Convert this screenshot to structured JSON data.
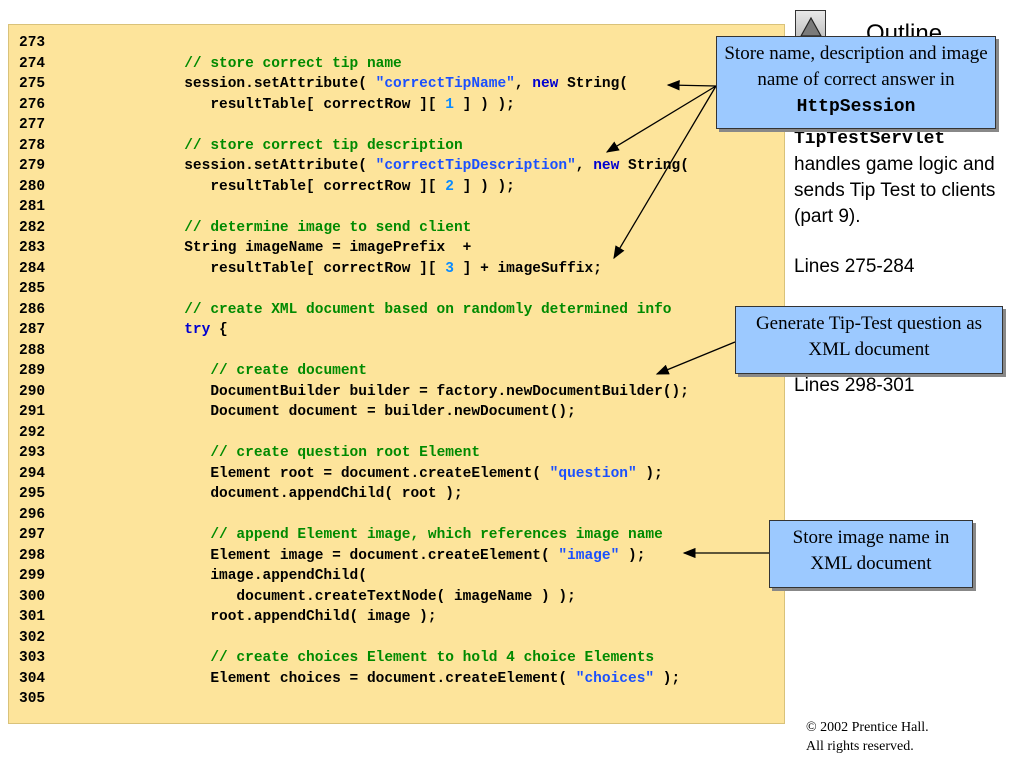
{
  "outline": {
    "title": "Outline"
  },
  "code": {
    "lines": [
      {
        "n": "273",
        "segs": []
      },
      {
        "n": "274",
        "segs": [
          {
            "t": "      ",
            "k": "plain"
          },
          {
            "t": "// store correct tip name",
            "k": "comment"
          }
        ]
      },
      {
        "n": "275",
        "segs": [
          {
            "t": "      session.setAttribute( ",
            "k": "plain"
          },
          {
            "t": "\"correctTipName\"",
            "k": "string"
          },
          {
            "t": ", ",
            "k": "plain"
          },
          {
            "t": "new",
            "k": "keyword"
          },
          {
            "t": " String(",
            "k": "plain"
          }
        ]
      },
      {
        "n": "276",
        "segs": [
          {
            "t": "         resultTable[ correctRow ][ ",
            "k": "plain"
          },
          {
            "t": "1",
            "k": "number"
          },
          {
            "t": " ] ) );",
            "k": "plain"
          }
        ]
      },
      {
        "n": "277",
        "segs": []
      },
      {
        "n": "278",
        "segs": [
          {
            "t": "      ",
            "k": "plain"
          },
          {
            "t": "// store correct tip description",
            "k": "comment"
          }
        ]
      },
      {
        "n": "279",
        "segs": [
          {
            "t": "      session.setAttribute( ",
            "k": "plain"
          },
          {
            "t": "\"correctTipDescription\"",
            "k": "string"
          },
          {
            "t": ", ",
            "k": "plain"
          },
          {
            "t": "new",
            "k": "keyword"
          },
          {
            "t": " String(",
            "k": "plain"
          }
        ]
      },
      {
        "n": "280",
        "segs": [
          {
            "t": "         resultTable[ correctRow ][ ",
            "k": "plain"
          },
          {
            "t": "2",
            "k": "number"
          },
          {
            "t": " ] ) );",
            "k": "plain"
          }
        ]
      },
      {
        "n": "281",
        "segs": []
      },
      {
        "n": "282",
        "segs": [
          {
            "t": "      ",
            "k": "plain"
          },
          {
            "t": "// determine image to send client",
            "k": "comment"
          }
        ]
      },
      {
        "n": "283",
        "segs": [
          {
            "t": "      String imageName = imagePrefix  +",
            "k": "plain"
          }
        ]
      },
      {
        "n": "284",
        "segs": [
          {
            "t": "         resultTable[ correctRow ][ ",
            "k": "plain"
          },
          {
            "t": "3",
            "k": "number"
          },
          {
            "t": " ] + imageSuffix;",
            "k": "plain"
          }
        ]
      },
      {
        "n": "285",
        "segs": []
      },
      {
        "n": "286",
        "segs": [
          {
            "t": "      ",
            "k": "plain"
          },
          {
            "t": "// create XML document based on randomly determined info",
            "k": "comment"
          }
        ]
      },
      {
        "n": "287",
        "segs": [
          {
            "t": "      ",
            "k": "plain"
          },
          {
            "t": "try",
            "k": "keyword"
          },
          {
            "t": " {",
            "k": "plain"
          }
        ]
      },
      {
        "n": "288",
        "segs": []
      },
      {
        "n": "289",
        "segs": [
          {
            "t": "         ",
            "k": "plain"
          },
          {
            "t": "// create document",
            "k": "comment"
          }
        ]
      },
      {
        "n": "290",
        "segs": [
          {
            "t": "         DocumentBuilder builder = factory.newDocumentBuilder();",
            "k": "plain"
          }
        ]
      },
      {
        "n": "291",
        "segs": [
          {
            "t": "         Document document = builder.newDocument();",
            "k": "plain"
          }
        ]
      },
      {
        "n": "292",
        "segs": []
      },
      {
        "n": "293",
        "segs": [
          {
            "t": "         ",
            "k": "plain"
          },
          {
            "t": "// create question root Element",
            "k": "comment"
          }
        ]
      },
      {
        "n": "294",
        "segs": [
          {
            "t": "         Element root = document.createElement( ",
            "k": "plain"
          },
          {
            "t": "\"question\"",
            "k": "string"
          },
          {
            "t": " );",
            "k": "plain"
          }
        ]
      },
      {
        "n": "295",
        "segs": [
          {
            "t": "         document.appendChild( root );",
            "k": "plain"
          }
        ]
      },
      {
        "n": "296",
        "segs": []
      },
      {
        "n": "297",
        "segs": [
          {
            "t": "         ",
            "k": "plain"
          },
          {
            "t": "// append Element image, which references image name",
            "k": "comment"
          }
        ]
      },
      {
        "n": "298",
        "segs": [
          {
            "t": "         Element image = document.createElement( ",
            "k": "plain"
          },
          {
            "t": "\"image\"",
            "k": "string"
          },
          {
            "t": " );",
            "k": "plain"
          }
        ]
      },
      {
        "n": "299",
        "segs": [
          {
            "t": "         image.appendChild(",
            "k": "plain"
          }
        ]
      },
      {
        "n": "300",
        "segs": [
          {
            "t": "            document.createTextNode( imageName ) );",
            "k": "plain"
          }
        ]
      },
      {
        "n": "301",
        "segs": [
          {
            "t": "         root.appendChild( image );",
            "k": "plain"
          }
        ]
      },
      {
        "n": "302",
        "segs": []
      },
      {
        "n": "303",
        "segs": [
          {
            "t": "         ",
            "k": "plain"
          },
          {
            "t": "// create choices Element to hold 4 choice Elements",
            "k": "comment"
          }
        ]
      },
      {
        "n": "304",
        "segs": [
          {
            "t": "         Element choices = document.createElement( ",
            "k": "plain"
          },
          {
            "t": "\"choices\"",
            "k": "string"
          },
          {
            "t": " );",
            "k": "plain"
          }
        ]
      },
      {
        "n": "305",
        "segs": []
      }
    ]
  },
  "sidebar": {
    "class_name": "TipTestServlet",
    "description": "handles game logic and sends Tip Test to clients (part 9).",
    "lines_a": "Lines 275-284",
    "lines_b": "Lines 298-301"
  },
  "callouts": {
    "session": {
      "text": "Store name, description and image name of correct answer in ",
      "code": "HttpSession"
    },
    "xml": {
      "text": "Generate Tip-Test question as XML document"
    },
    "image": {
      "text": "Store image name in XML document"
    }
  },
  "copyright": {
    "line1": "© 2002 Prentice Hall.",
    "line2": "All rights reserved."
  },
  "colors": {
    "panel": "#fde49b",
    "callout": "#9cc9ff",
    "comment": "#008a00",
    "string": "#1a50ff",
    "keyword": "#0000d0"
  },
  "icons": {
    "nav": "up-triangle-icon"
  }
}
